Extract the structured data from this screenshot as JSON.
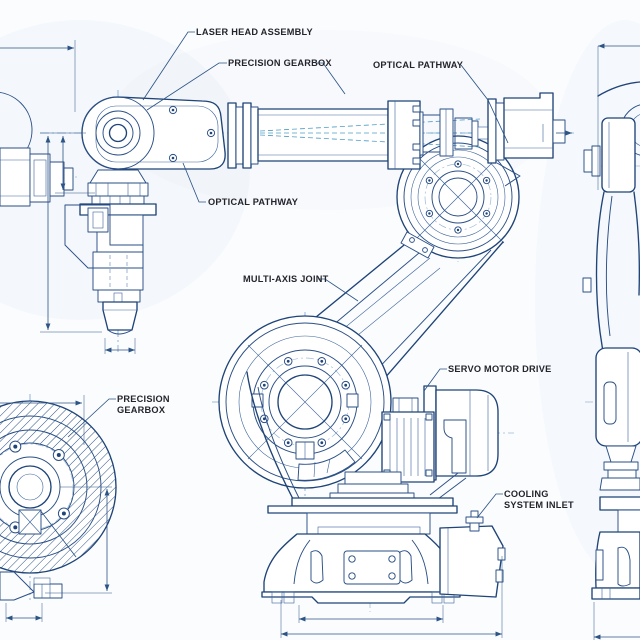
{
  "drawing": {
    "type": "engineering-blueprint",
    "callouts": {
      "laser_head_assembly": "LASER HEAD ASSEMBLY",
      "precision_gearbox_top": "PRECISION GEARBOX",
      "optical_pathway_upper": "OPTICAL PATHWAY",
      "optical_pathway_lower": "OPTICAL PATHWAY",
      "multi_axis_joint": "MULTI-AXIS JOINT",
      "servo_motor_drive": "SERVO MOTOR DRIVE",
      "cooling_system_inlet_line1": "COOLING",
      "cooling_system_inlet_line2": "SYSTEM INLET",
      "precision_gearbox_detail_line1": "PRECISION",
      "precision_gearbox_detail_line2": "GEARBOX"
    },
    "colors": {
      "line_primary": "#1f4478",
      "line_secondary": "#2a4f86",
      "centerline": "#7fa6cf",
      "optical_path": "#4f9cc4",
      "dimension": "#2c5486",
      "text": "#24242c",
      "background": "#fbfcfe"
    }
  }
}
